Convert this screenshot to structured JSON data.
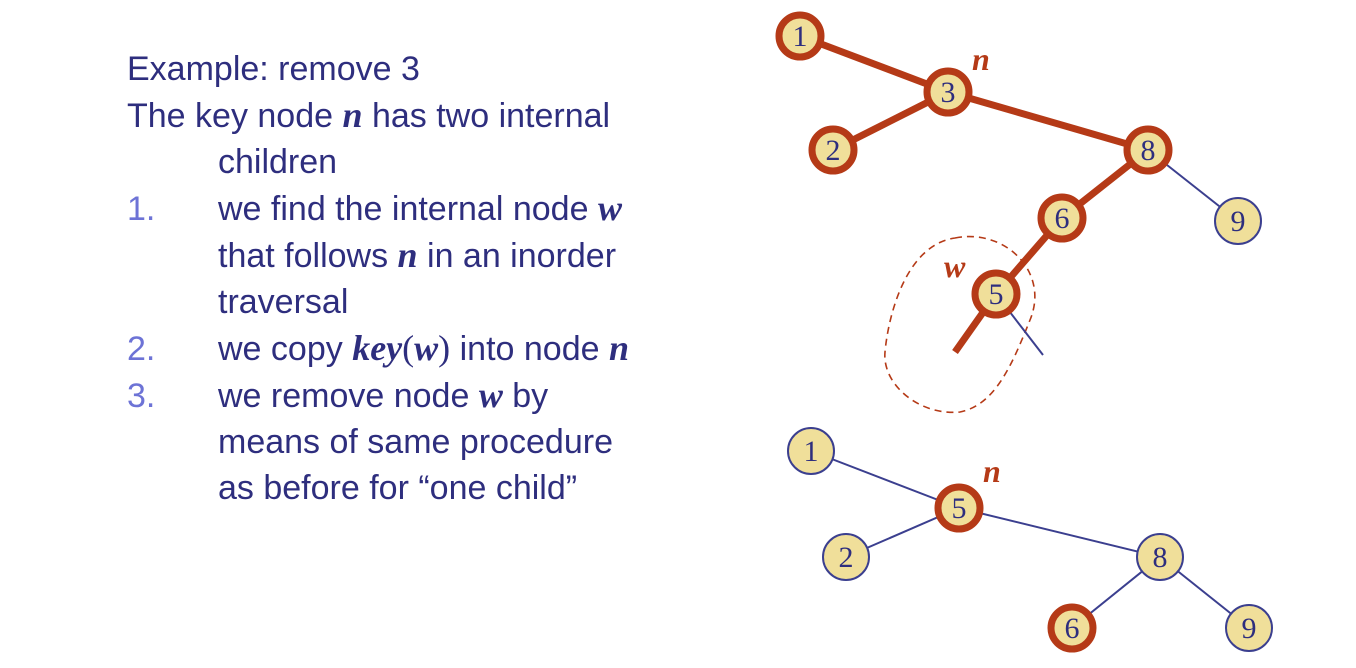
{
  "text": {
    "example_title": "Example: remove 3",
    "intro_a": "The key node ",
    "intro_var": "n",
    "intro_b": " has two internal",
    "intro_c": "children",
    "steps": [
      {
        "num": "1.",
        "l1a": "we find the internal node ",
        "l1var": "w",
        "l2a": "that follows ",
        "l2var": "n",
        "l2b": " in an inorder",
        "l3": "traversal"
      },
      {
        "num": "2.",
        "a": "we copy ",
        "fn": "key",
        "arg": "w",
        "b": " into node ",
        "var": "n"
      },
      {
        "num": "3.",
        "l1a": "we remove node ",
        "l1var": "w",
        "l1b": " by",
        "l2": "means of same procedure",
        "l3": "as before for “one child”"
      }
    ]
  },
  "diagram": {
    "colors": {
      "node_fill": "#f0df9a",
      "highlight": "#b53a17",
      "normal": "#3b3f8f"
    },
    "before": {
      "nodes": [
        "1",
        "3",
        "2",
        "8",
        "6",
        "9",
        "5"
      ],
      "labels": {
        "n": "n",
        "w": "w"
      }
    },
    "after": {
      "nodes": [
        "1",
        "5",
        "2",
        "8",
        "6",
        "9"
      ],
      "labels": {
        "n": "n"
      }
    }
  }
}
